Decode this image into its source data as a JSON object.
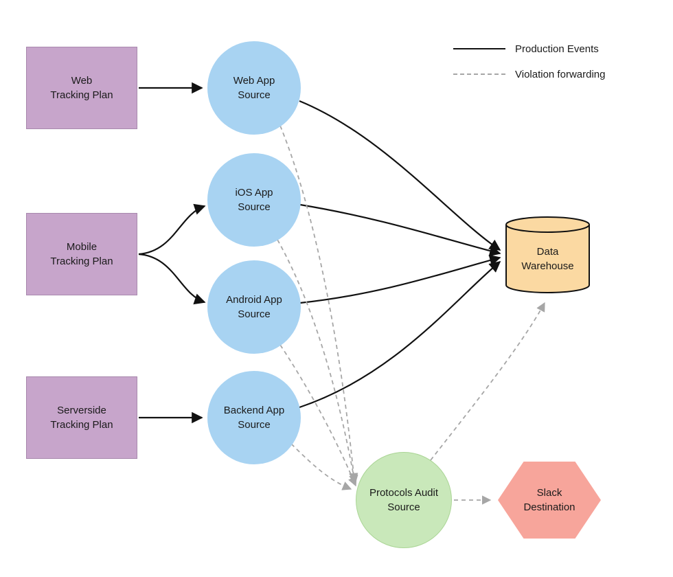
{
  "legend": {
    "items": [
      {
        "id": "production-events",
        "label": "Production Events",
        "line_style": "solid",
        "color": "#111111"
      },
      {
        "id": "violation-forwarding",
        "label": "Violation forwarding",
        "line_style": "dashed",
        "color": "#a6a6a6"
      }
    ]
  },
  "nodes": {
    "plans": [
      {
        "id": "web-tracking-plan",
        "lines": [
          "Web",
          "Tracking Plan"
        ]
      },
      {
        "id": "mobile-tracking-plan",
        "lines": [
          "Mobile",
          "Tracking Plan"
        ]
      },
      {
        "id": "serverside-tracking-plan",
        "lines": [
          "Serverside",
          "Tracking Plan"
        ]
      }
    ],
    "sources": [
      {
        "id": "web-app-source",
        "lines": [
          "Web App",
          "Source"
        ]
      },
      {
        "id": "ios-app-source",
        "lines": [
          "iOS App",
          "Source"
        ]
      },
      {
        "id": "android-app-source",
        "lines": [
          "Android App",
          "Source"
        ]
      },
      {
        "id": "backend-app-source",
        "lines": [
          "Backend App",
          "Source"
        ]
      }
    ],
    "warehouse": {
      "id": "data-warehouse",
      "lines": [
        "Data",
        "Warehouse"
      ]
    },
    "audit": {
      "id": "protocols-audit-source",
      "lines": [
        "Protocols Audit",
        "Source"
      ]
    },
    "slack": {
      "id": "slack-destination",
      "lines": [
        "Slack",
        "Destination"
      ]
    }
  },
  "edges": {
    "production": [
      {
        "from": "web-tracking-plan",
        "to": "web-app-source"
      },
      {
        "from": "mobile-tracking-plan",
        "to": "ios-app-source"
      },
      {
        "from": "mobile-tracking-plan",
        "to": "android-app-source"
      },
      {
        "from": "serverside-tracking-plan",
        "to": "backend-app-source"
      },
      {
        "from": "web-app-source",
        "to": "data-warehouse"
      },
      {
        "from": "ios-app-source",
        "to": "data-warehouse"
      },
      {
        "from": "android-app-source",
        "to": "data-warehouse"
      },
      {
        "from": "backend-app-source",
        "to": "data-warehouse"
      }
    ],
    "violation": [
      {
        "from": "web-app-source",
        "to": "protocols-audit-source"
      },
      {
        "from": "ios-app-source",
        "to": "protocols-audit-source"
      },
      {
        "from": "android-app-source",
        "to": "protocols-audit-source"
      },
      {
        "from": "backend-app-source",
        "to": "protocols-audit-source"
      },
      {
        "from": "protocols-audit-source",
        "to": "data-warehouse"
      },
      {
        "from": "protocols-audit-source",
        "to": "slack-destination"
      }
    ]
  },
  "colors": {
    "background": "#ffffff",
    "plan_fill": "#c7a5cb",
    "plan_border": "#a888ad",
    "source_fill": "#a8d3f2",
    "audit_fill": "#c9e8ba",
    "audit_border": "#aad595",
    "warehouse_fill": "#fbd9a2",
    "warehouse_stroke": "#111111",
    "slack_fill": "#f7a59b",
    "edge_solid": "#111111",
    "edge_dashed": "#a6a6a6",
    "text": "#1a1a1a"
  }
}
